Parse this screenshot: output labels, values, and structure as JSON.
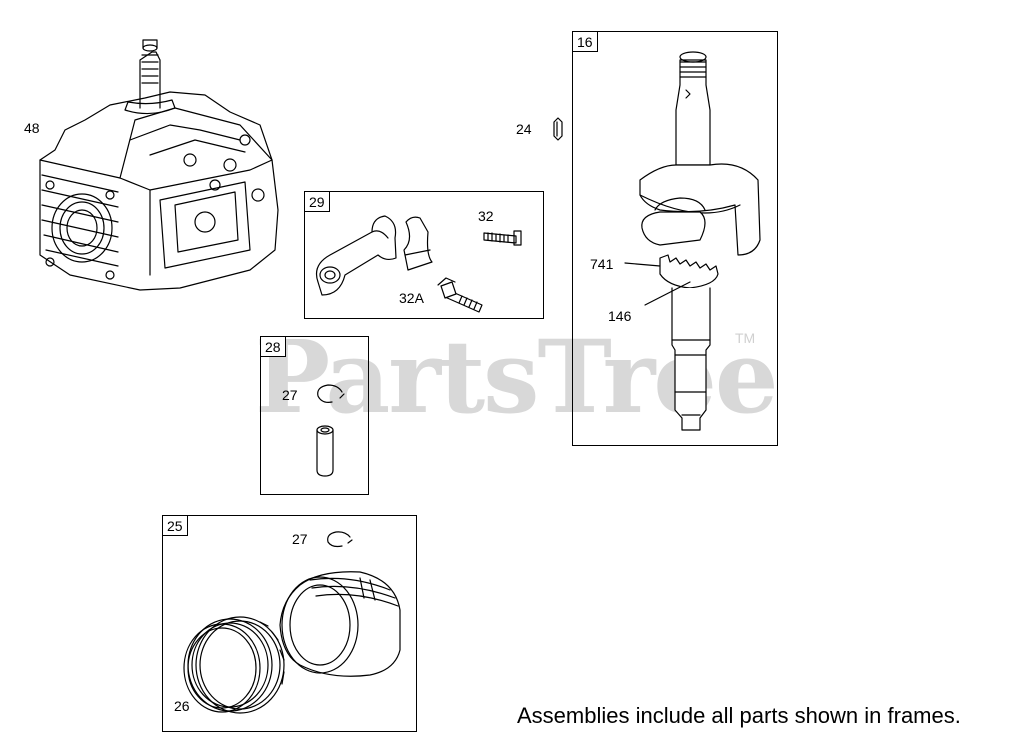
{
  "watermark": {
    "brand": "PartsTree",
    "trademark": "TM"
  },
  "frames": [
    {
      "id": "29"
    },
    {
      "id": "28"
    },
    {
      "id": "25"
    },
    {
      "id": "16"
    }
  ],
  "callouts": {
    "engine_block": "48",
    "key": "24",
    "connecting_rod_screw": "32",
    "connecting_rod_bolt": "32A",
    "retainer_top": "27",
    "retainer_piston": "27",
    "piston_rings": "26",
    "gear": "741",
    "crankshaft_gear": "146"
  },
  "footnote": "Assemblies include all parts shown in frames."
}
